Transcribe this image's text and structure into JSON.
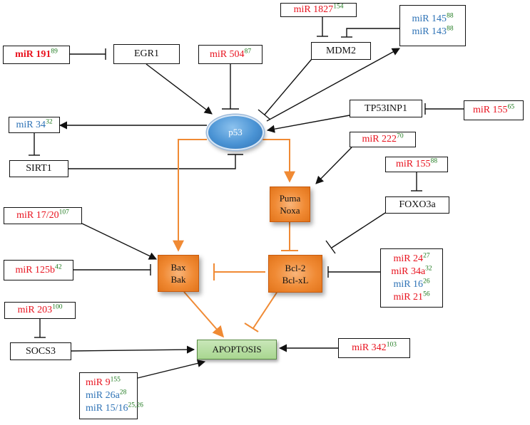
{
  "nodes": {
    "p53": "p53",
    "egr1": "EGR1",
    "mdm2": "MDM2",
    "tp53inp1": "TP53INP1",
    "sirt1": "SIRT1",
    "foxo3a": "FOXO3a",
    "socs3": "SOCS3",
    "puma": "Puma",
    "noxa": "Noxa",
    "bax": "Bax",
    "bak": "Bak",
    "bcl2": "Bcl-2",
    "bclxl": "Bcl-xL",
    "apoptosis": "APOPTOSIS"
  },
  "mirnas": {
    "mir191": {
      "name": "miR 191",
      "ref": "89"
    },
    "mir1827": {
      "name": "miR 1827",
      "ref": "154"
    },
    "mir145": {
      "name": "miR 145",
      "ref": "88"
    },
    "mir143": {
      "name": "miR 143",
      "ref": "88"
    },
    "mir504": {
      "name": "miR 504",
      "ref": "87"
    },
    "mir34": {
      "name": "miR 34",
      "ref": "32"
    },
    "mir155a": {
      "name": "miR 155",
      "ref": "65"
    },
    "mir222": {
      "name": "miR 222",
      "ref": "70"
    },
    "mir155b": {
      "name": "miR 155",
      "ref": "88"
    },
    "mir1720": {
      "name": "miR 17/20",
      "ref": "107"
    },
    "mir125b": {
      "name": "miR 125b",
      "ref": "42"
    },
    "mir24": {
      "name": "miR 24",
      "ref": "27"
    },
    "mir34a": {
      "name": "miR 34a",
      "ref": "32"
    },
    "mir16": {
      "name": "miR 16",
      "ref": "26"
    },
    "mir21": {
      "name": "miR 21",
      "ref": "56"
    },
    "mir203": {
      "name": "miR 203",
      "ref": "100"
    },
    "mir342": {
      "name": "miR 342",
      "ref": "103"
    },
    "mir9": {
      "name": "miR 9",
      "ref": "155"
    },
    "mir26a": {
      "name": "miR 26a",
      "ref": "28"
    },
    "mir1516": {
      "name": "miR 15/16",
      "ref": "25,26"
    }
  },
  "colors": {
    "mir_red": "#e8121e",
    "mir_blue": "#2f73b6",
    "ref_green": "#1f7a1f",
    "pathway_orange": "#f08a34",
    "p53_blue": "#4a93d4",
    "apoptosis_green": "#a8d690"
  }
}
